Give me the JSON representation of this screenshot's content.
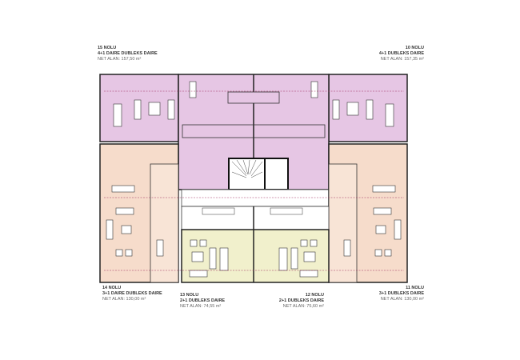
{
  "units": [
    {
      "no": "15 NOLU",
      "type": "4+1 DAIRE DUBLEKS DAIRE",
      "area": "NET ALAN: 157,50 m²"
    },
    {
      "no": "10 NOLU",
      "type": "4+1 DUBLEKS DAIRE",
      "area": "NET ALAN: 157,35 m²"
    },
    {
      "no": "14 NOLU",
      "type": "3+1 DAIRE DUBLEKS DAIRE",
      "area": "NET ALAN: 130,00 m²"
    },
    {
      "no": "13 NOLU",
      "type": "2+1 DUBLEKS DAIRE",
      "area": "NET ALAN: 74,55 m²"
    },
    {
      "no": "12 NOLU",
      "type": "2+1 DUBLEKS DAIRE",
      "area": "NET ALAN: 75,60 m²"
    },
    {
      "no": "11 NOLU",
      "type": "3+1 DUBLEKS DAIRE",
      "area": "NET ALAN: 130,00 m²"
    }
  ],
  "colors": {
    "pink": "#e6c6e4",
    "apricot": "#f6dccb",
    "yellow": "#f1f0cc",
    "wall": "#1a1a1a"
  }
}
